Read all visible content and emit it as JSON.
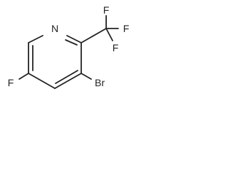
{
  "molecule": {
    "atoms": {
      "n": "N",
      "f_ring": "F",
      "br": "Br",
      "f_top": "F",
      "f_right": "F",
      "f_lower": "F"
    },
    "colors": {
      "ink": "#222222",
      "background": "#ffffff"
    }
  }
}
